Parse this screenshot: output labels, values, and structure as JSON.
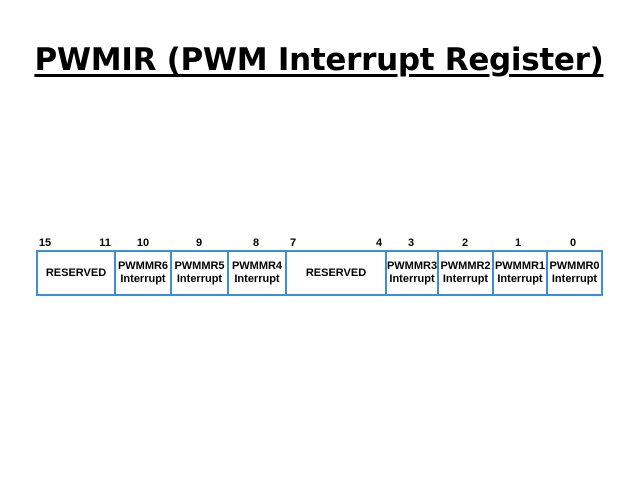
{
  "title": "PWMIR (PWM Interrupt Register)",
  "bit_labels": [
    "15",
    "11",
    "10",
    "9",
    "8",
    "7",
    "4",
    "3",
    "2",
    "1",
    "0"
  ],
  "fields": [
    {
      "line1": "RESERVED",
      "line2": ""
    },
    {
      "line1": "PWMMR6",
      "line2": "Interrupt"
    },
    {
      "line1": "PWMMR5",
      "line2": "Interrupt"
    },
    {
      "line1": "PWMMR4",
      "line2": "Interrupt"
    },
    {
      "line1": "RESERVED",
      "line2": ""
    },
    {
      "line1": "PWMMR3",
      "line2": "Interrupt"
    },
    {
      "line1": "PWMMR2",
      "line2": "Interrupt"
    },
    {
      "line1": "PWMMR1",
      "line2": "Interrupt"
    },
    {
      "line1": "PWMMR0",
      "line2": "Interrupt"
    }
  ],
  "colors": {
    "border": "#3b8fd9",
    "text": "#000000",
    "background": "#ffffff"
  }
}
